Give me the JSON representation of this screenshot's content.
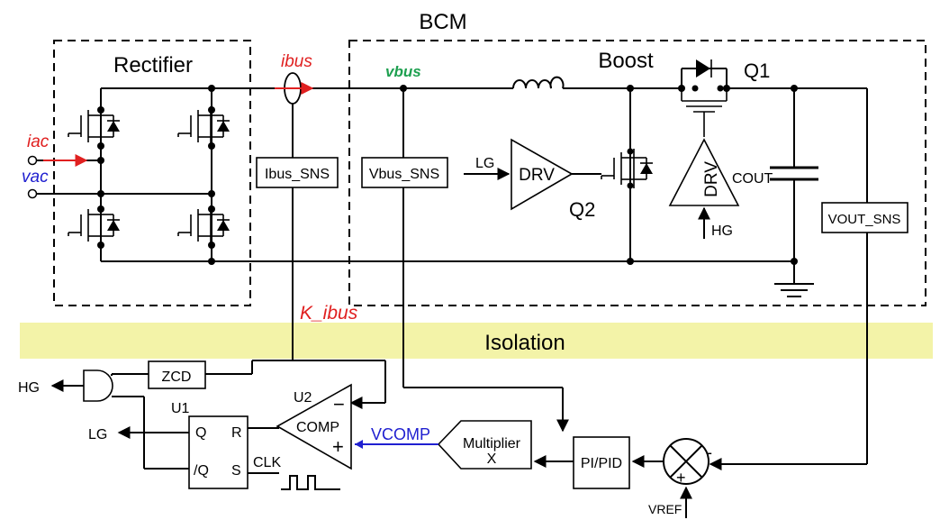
{
  "title": "BCM",
  "blocks": {
    "rectifier": "Rectifier",
    "boost": "Boost",
    "isolation": "Isolation",
    "ibus_sns": "Ibus_SNS",
    "vbus_sns": "Vbus_SNS",
    "vout_sns": "VOUT_SNS",
    "drv_lg": "DRV",
    "drv_hg": "DRV",
    "zcd": "ZCD",
    "pi_pid": "PI/PID",
    "multiplier": "Multiplier",
    "multiplier_sym": "X",
    "comp": "COMP"
  },
  "components": {
    "q1": "Q1",
    "q2": "Q2",
    "u1": "U1",
    "u2": "U2",
    "cout": "COUT"
  },
  "signals": {
    "i_ac": "iac",
    "v_ac": "vac",
    "i_bus": "ibus",
    "v_bus": "vbus",
    "k_ibus": "K_ibus",
    "v_comp": "VCOMP",
    "v_ref": "VREF",
    "lg_in": "LG",
    "hg_in": "HG",
    "hg_out": "HG",
    "lg_out": "LG",
    "clk": "CLK"
  },
  "flipflop": {
    "q": "Q",
    "qbar": "/Q",
    "r": "R",
    "s": "S"
  },
  "comp_signs": {
    "minus": "−",
    "plus": "+"
  },
  "summer_signs": {
    "minus": "-",
    "plus": "+"
  },
  "colors": {
    "red": "#e02020",
    "blue": "#2020d0",
    "green": "#1ea050",
    "isolation_band": "#f3f3a8"
  }
}
